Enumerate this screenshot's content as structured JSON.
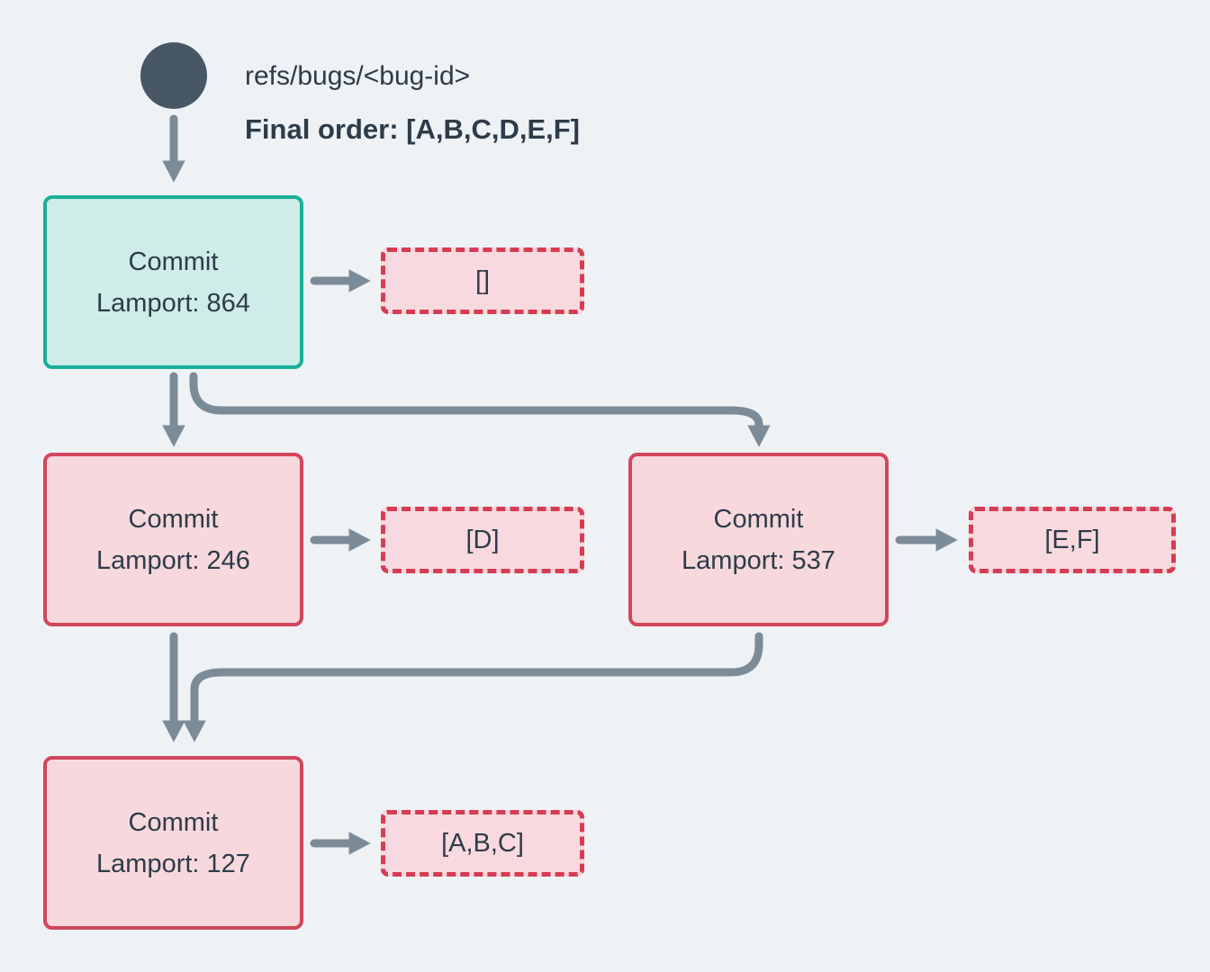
{
  "diagram": {
    "kind": "commit-dag",
    "ref": {
      "label": "refs/bugs/<bug-id>",
      "final_order_label": "Final order: [A,B,C,D,E,F]",
      "final_order": [
        "A",
        "B",
        "C",
        "D",
        "E",
        "F"
      ]
    },
    "nodes": [
      {
        "id": "commit-864",
        "title": "Commit",
        "lamport_label": "Lamport: 864",
        "lamport": 864,
        "variant": "teal",
        "payload": "[]"
      },
      {
        "id": "commit-246",
        "title": "Commit",
        "lamport_label": "Lamport: 246",
        "lamport": 246,
        "variant": "red",
        "payload": "[D]"
      },
      {
        "id": "commit-537",
        "title": "Commit",
        "lamport_label": "Lamport: 537",
        "lamport": 537,
        "variant": "red",
        "payload": "[E,F]"
      },
      {
        "id": "commit-127",
        "title": "Commit",
        "lamport_label": "Lamport: 127",
        "lamport": 127,
        "variant": "red",
        "payload": "[A,B,C]"
      }
    ],
    "edges": [
      {
        "from": "ref",
        "to": "commit-864"
      },
      {
        "from": "commit-864",
        "to": "payload-864"
      },
      {
        "from": "commit-864",
        "to": "commit-246"
      },
      {
        "from": "commit-864",
        "to": "commit-537"
      },
      {
        "from": "commit-246",
        "to": "payload-246"
      },
      {
        "from": "commit-537",
        "to": "payload-537"
      },
      {
        "from": "commit-246",
        "to": "commit-127"
      },
      {
        "from": "commit-537",
        "to": "commit-127"
      },
      {
        "from": "commit-127",
        "to": "payload-127"
      }
    ]
  },
  "colors": {
    "bg": "#eef2f5",
    "text": "#2e3c49",
    "slate_dark": "#475765",
    "arrow": "#7c8b98",
    "teal_border": "#19b098",
    "teal_fill": "#ceece8",
    "red_border": "#d1465c",
    "red_fill": "#f6d8dd",
    "red_dash_border": "#d63c52",
    "red_dash_fill": "#f8d9df"
  }
}
